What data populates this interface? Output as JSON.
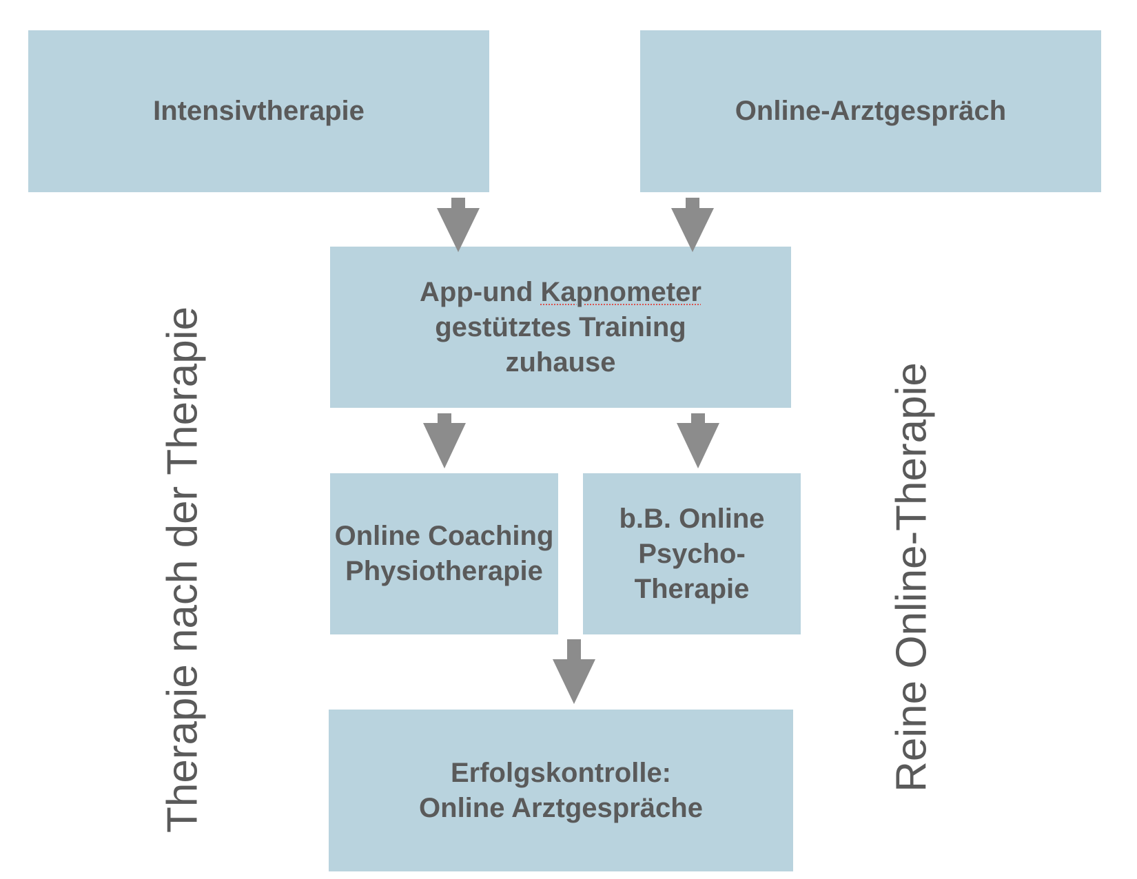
{
  "colors": {
    "box_fill": "#b9d3de",
    "text": "#5a5a5a",
    "arrow": "#8c8c8c",
    "background": "#ffffff"
  },
  "boxes": {
    "intensivtherapie": {
      "lines": [
        "Intensivtherapie"
      ]
    },
    "online_arztgespraech": {
      "lines": [
        "Online-Arztgespräch"
      ]
    },
    "app_training": {
      "line1_prefix": "App-und ",
      "line1_spell": "Kapnometer",
      "line2": "gestütztes Training",
      "line3": "zuhause"
    },
    "coaching": {
      "line1": "Online Coaching",
      "line2": "Physiotherapie"
    },
    "psycho": {
      "line1": "b.B. Online",
      "line2": "Psycho-",
      "line3": "Therapie"
    },
    "erfolgskontrolle": {
      "line1": "Erfolgskontrolle:",
      "line2": "Online Arztgespräche"
    }
  },
  "side_labels": {
    "left": "Therapie nach der Therapie",
    "right": "Reine Online-Therapie"
  }
}
